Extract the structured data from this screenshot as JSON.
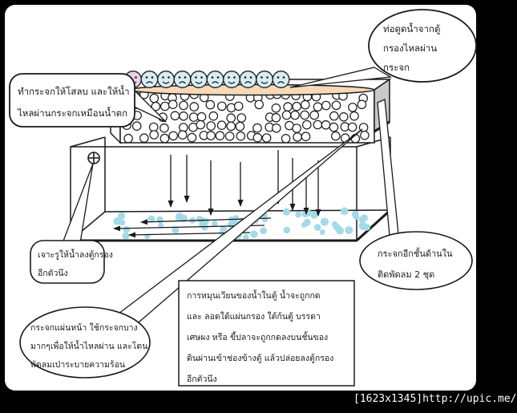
{
  "watermark": {
    "text": "[1623x1345]http://upic.me/"
  },
  "colors": {
    "background": "#000000",
    "paper": "#ffffff",
    "line": "#1a1a1a",
    "smiley_ball": "#d7ecf5",
    "smiley_ball_first": "#e6d4e6",
    "pipe": "#f6d9b8",
    "side_panel": "#c9c9c9",
    "gravel_dot": "#a6d9e8"
  },
  "callouts": {
    "pipe_bubble": {
      "lines": [
        "ท่อดูดน้ำจากตู้",
        "กรองไหลผ่าน",
        "กระจก"
      ]
    },
    "slope_glass": {
      "lines": [
        "ทำกระจกให้โสลบ และให้น้ำ",
        "ไหลผ่านกระจกเหมือนน้ำตก"
      ]
    },
    "drain_hole": {
      "lines": [
        "เจาะรูให้น้ำลงตู้กรอง",
        "อีกตัวนึง"
      ]
    },
    "front_glass": {
      "lines": [
        "กระจกแผ่นหน้า ใช้กระจกบาง",
        "มากๆเพื่อให้น้ำไหลผ่าน และโดน",
        "พัดลมเป่าระบายความร้อน"
      ]
    },
    "inner_glass": {
      "lines": [
        "กระจกอีกชั้นด้านใน",
        "ติดพัดลม 2 ชุด"
      ]
    },
    "description_box": {
      "lines": [
        "การหมุนเวียนของน้ำในตู้ น้ำจะถูกกด",
        "และ ลอดใต้แผ่นกรอง ใต้ก้นตู้ บรรดา",
        "เศษผง หรือ ขี้ปลาจะถูกกดลงบนชั้นของ",
        "ดินผ่านเข้าช่องข้างตู้ แล้วปล่อยลงตู้กรอง",
        "อีกตัวนึง"
      ]
    }
  }
}
